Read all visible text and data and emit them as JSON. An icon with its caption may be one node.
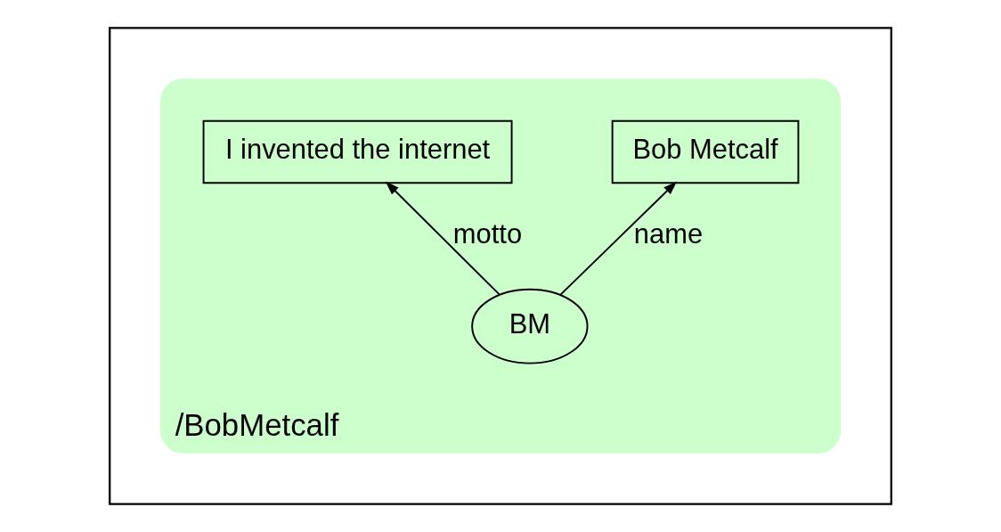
{
  "diagram": {
    "nodes": [
      {
        "text": [],
        "shape": "box"
      },
      {
        "text": [
          "/BobMetcalf"
        ],
        "in": 0
      },
      {
        "text": [
          "I invented the internet"
        ],
        "in": 1
      },
      {
        "text": [
          "Bob Metcalf"
        ],
        "in": 1
      },
      {
        "text": [
          "BM"
        ],
        "in": 1
      }
    ],
    "edges": [
      {
        "from": 4,
        "to": 2,
        "arrow": "to",
        "label": "motto"
      },
      {
        "from": 4,
        "to": 3,
        "arrow": "to",
        "label": "name"
      }
    ]
  }
}
